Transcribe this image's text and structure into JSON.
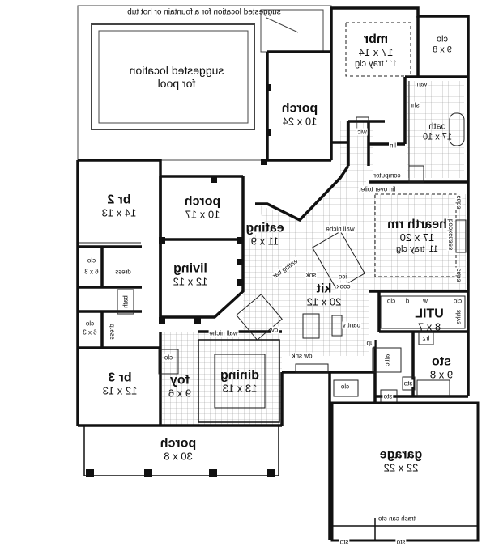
{
  "plan": {
    "mirrored": true,
    "rooms": {
      "pool": {
        "name": "suggested location",
        "dim": "for pool"
      },
      "fountain": {
        "text": "suggested location for a fountain or hot tub"
      },
      "porch_top": {
        "name": "porch",
        "dim": "10 x 24"
      },
      "mbr": {
        "name": "mbr",
        "dim": "17 x 14",
        "note": "11' tray clg"
      },
      "mbr_closet": {
        "name": "clo",
        "dim": "9 x 8"
      },
      "bath": {
        "name": "bath",
        "dim": "17 x 10"
      },
      "br2": {
        "name": "br 2",
        "dim": "14 x 13"
      },
      "porch_mid": {
        "name": "porch",
        "dim": "10 x 17"
      },
      "eating": {
        "name": "eating",
        "dim": "11 x 9"
      },
      "hearth": {
        "name": "hearth rm",
        "dim": "17 x 20",
        "note": "11' tray clg"
      },
      "living": {
        "name": "living",
        "dim": "12 x 12"
      },
      "kit": {
        "name": "kit",
        "dim": "20 x 12"
      },
      "util": {
        "name": "UTIL",
        "dim": "8 x 7"
      },
      "sto_right": {
        "name": "sto",
        "dim": "9 x 8"
      },
      "br3": {
        "name": "br 3",
        "dim": "12 x 13"
      },
      "foy": {
        "name": "foy",
        "dim": "9 x 6"
      },
      "dining": {
        "name": "dining",
        "dim": "13 x 13"
      },
      "porch_bottom": {
        "name": "porch",
        "dim": "30 x 8"
      },
      "garage": {
        "name": "garage",
        "dim": "22 x 22"
      }
    },
    "small_labels": {
      "wic": "wic",
      "lin": "lin",
      "shr": "shr",
      "vanity": "van",
      "computer": "computer",
      "lin_over_toilet": "lin over toilet",
      "wall_niche_top": "wall niche",
      "eating_bar": "eating bar",
      "cabs_1": "cabs",
      "cabs_2": "cabs",
      "bookcases": "bookcases",
      "ice": "ice",
      "cook": "cook",
      "sink": "snk",
      "dw_snk": "dw  snk",
      "wall_niche_bottom": "wall niche",
      "ov": "ov",
      "clo_br2": "clo",
      "clo_br2_dim": "6 x 3",
      "dress": "dress",
      "bath_small": "bath",
      "clo_br3": "clo",
      "clo_br3_dim": "6 x 3",
      "dress2": "dress",
      "clo_foy": "clo",
      "clo_util": "clo",
      "clo_util2": "clo",
      "w": "w",
      "d": "d",
      "frz": "frz",
      "sto_a": "sto",
      "sto_b": "sto",
      "sto_c": "sto",
      "sto_d": "sto",
      "attic": "attic",
      "pantry": "pantry",
      "clo_bottom": "clo",
      "up": "up",
      "trash": "trash can sto",
      "shelves": "shlvs"
    }
  }
}
